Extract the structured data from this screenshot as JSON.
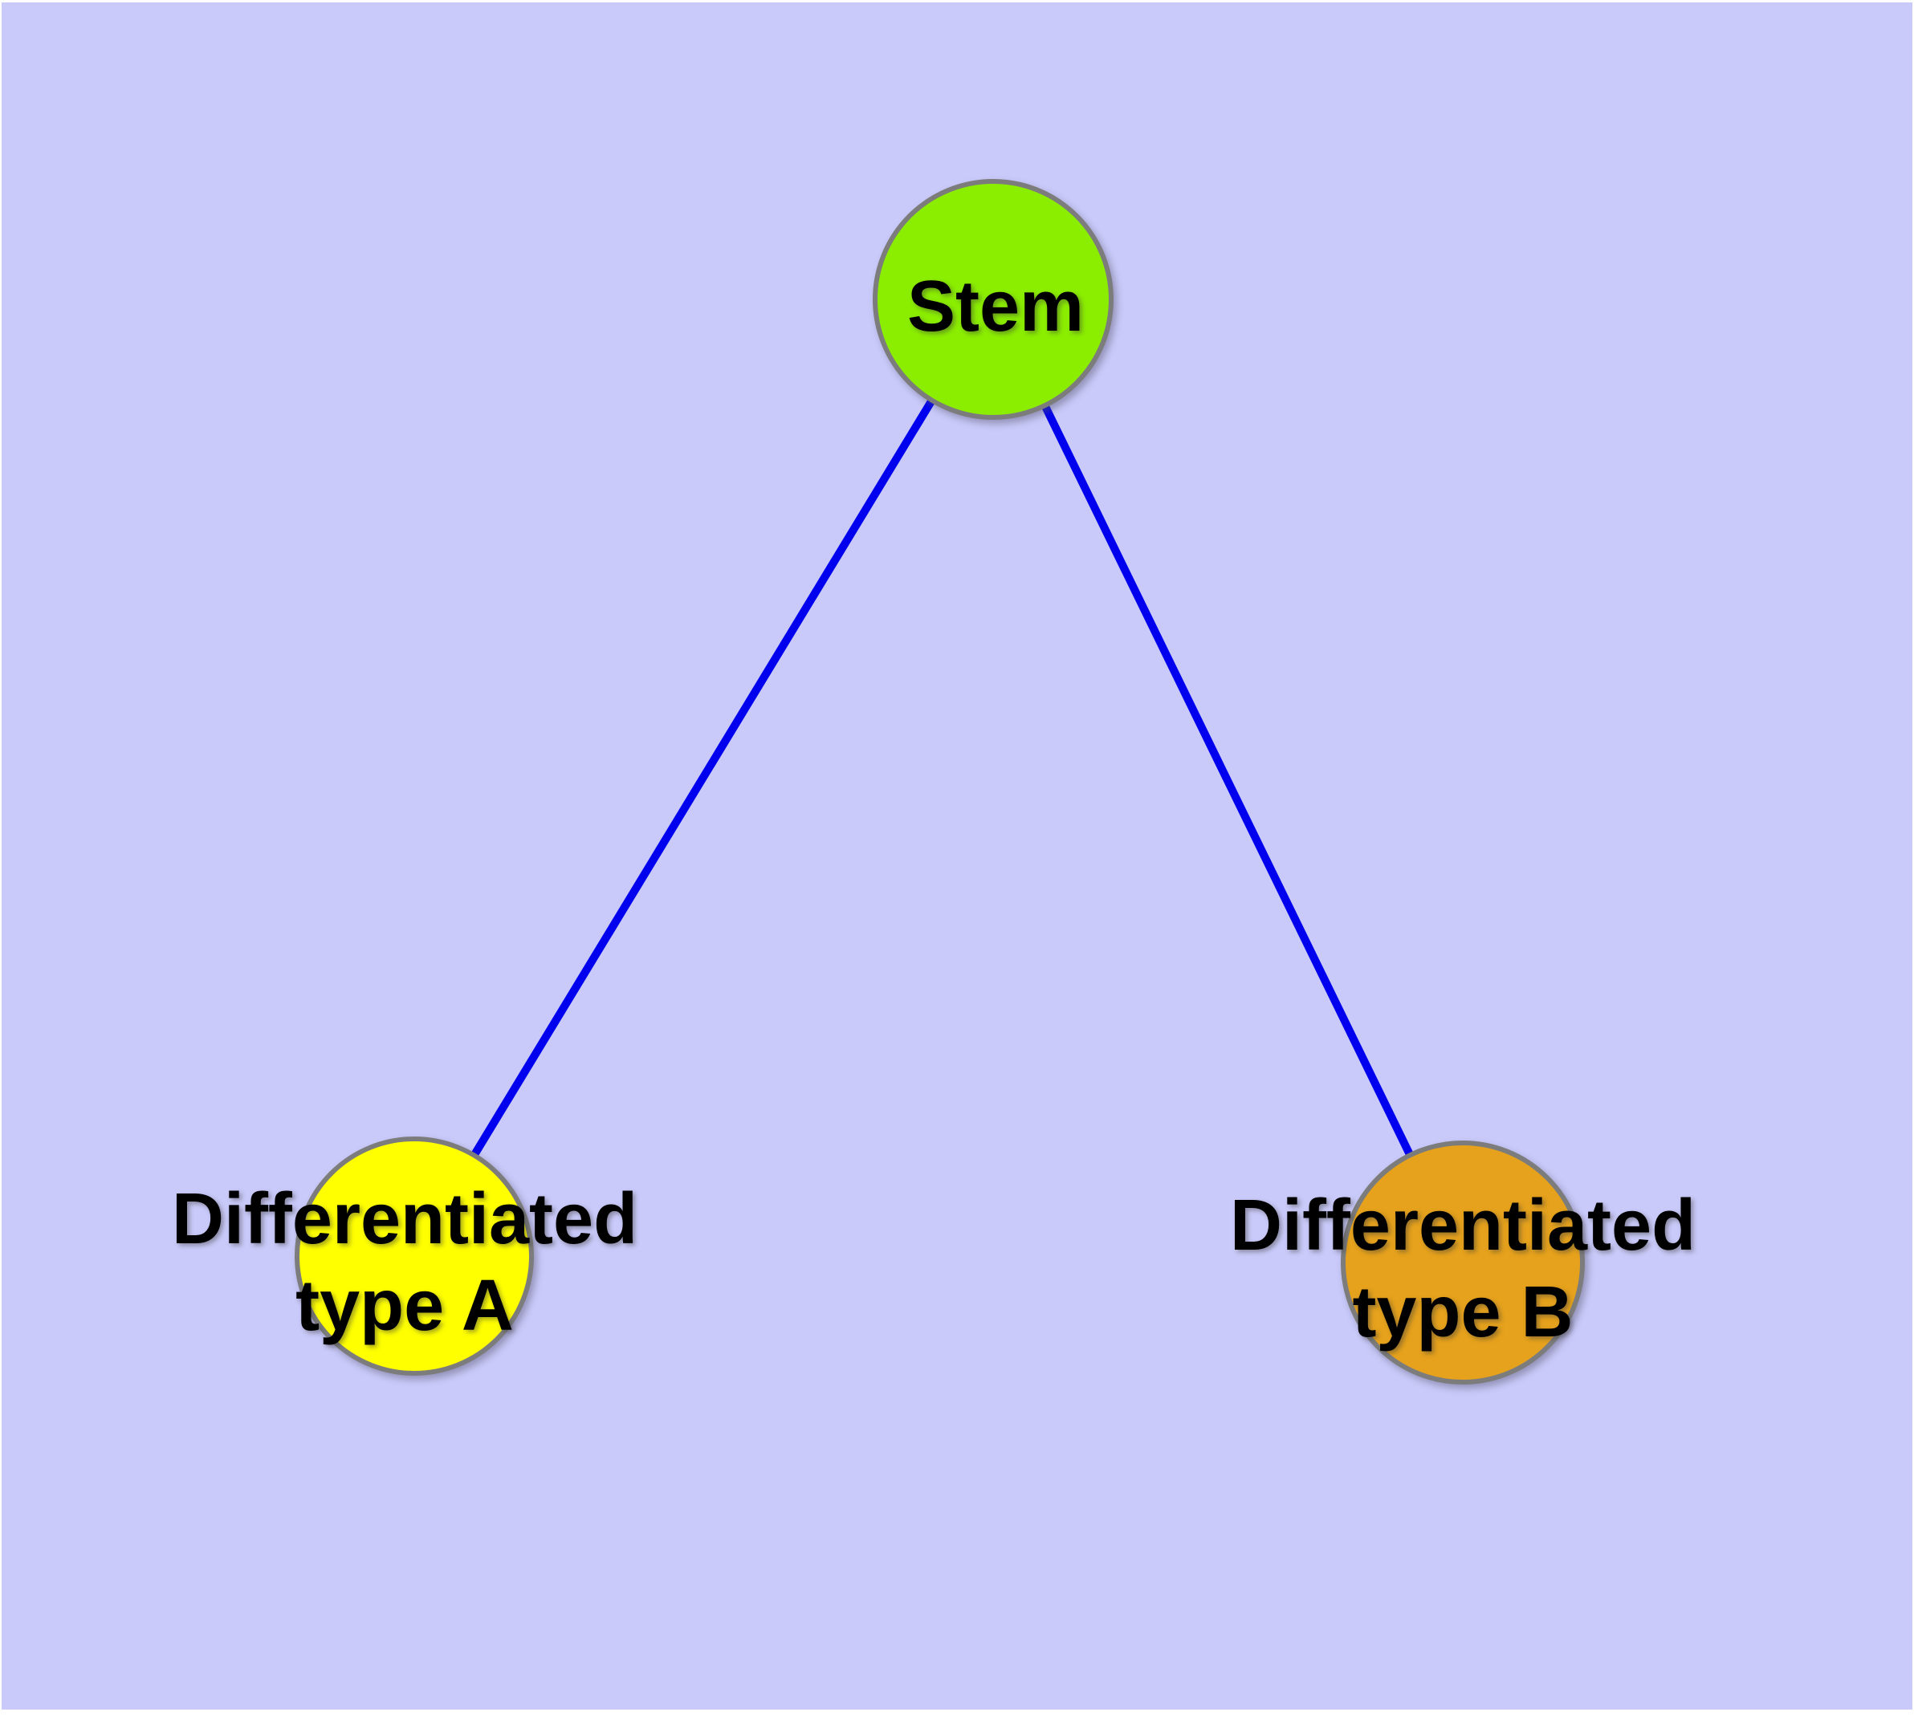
{
  "diagram": {
    "type": "node-link-graph",
    "background_color": "#CACAFA",
    "page_margin_color": "#FFFFFF",
    "edge_color": "#0000EE",
    "node_border_color": "#7C7C7C",
    "label_color": "#000000",
    "nodes": [
      {
        "id": "stem",
        "label": "Stem",
        "fill": "#8BEE00"
      },
      {
        "id": "differentiated-type-a",
        "label_lines": [
          "Differentiated",
          "type A"
        ],
        "fill": "#FFFF00"
      },
      {
        "id": "differentiated-type-b",
        "label_lines": [
          "Differentiated",
          "type B"
        ],
        "fill": "#E6A21C"
      }
    ],
    "edges": [
      {
        "from": "stem",
        "to": "differentiated-type-a"
      },
      {
        "from": "stem",
        "to": "differentiated-type-b"
      }
    ]
  }
}
